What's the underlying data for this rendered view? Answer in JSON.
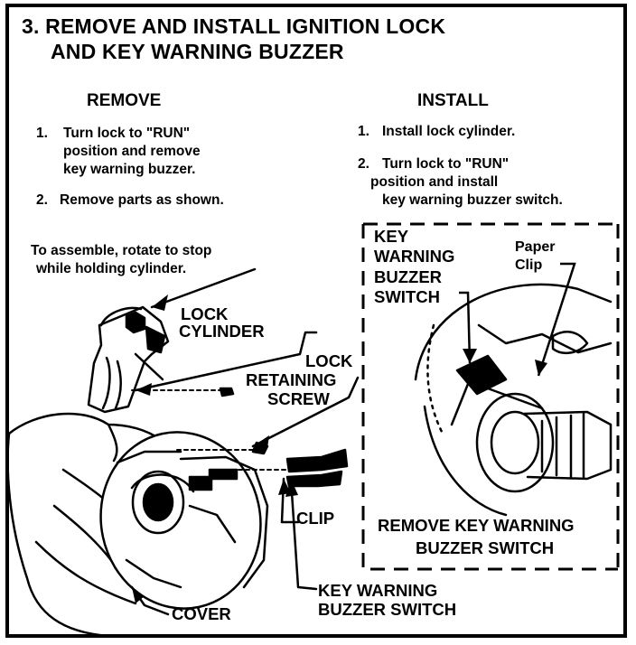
{
  "title": {
    "line1": "3. REMOVE AND INSTALL IGNITION LOCK",
    "line2": "AND KEY WARNING BUZZER"
  },
  "remove": {
    "heading": "REMOVE",
    "step1_num": "1.",
    "step1_lines": [
      "Turn lock to \"RUN\"",
      "position and remove",
      "key warning buzzer."
    ],
    "step2_num": "2.",
    "step2": "Remove parts as shown."
  },
  "install": {
    "heading": "INSTALL",
    "step1_num": "1.",
    "step1": "Install lock cylinder.",
    "step2_num": "2.",
    "step2_lines": [
      "Turn lock to \"RUN\"",
      "position and install",
      "key warning buzzer switch."
    ]
  },
  "assemble_note": {
    "line1": "To assemble, rotate to stop",
    "line2": "while holding cylinder."
  },
  "labels": {
    "lock_cylinder": [
      "LOCK",
      "CYLINDER"
    ],
    "lock_retaining_screw": [
      "LOCK",
      "RETAINING",
      "SCREW"
    ],
    "clip": "CLIP",
    "cover": "COVER",
    "key_warning_buzzer_switch_left": [
      "KEY WARNING",
      "BUZZER SWITCH"
    ],
    "key_warning_buzzer_switch_right": [
      "KEY",
      "WARNING",
      "BUZZER",
      "SWITCH"
    ],
    "paper_clip": [
      "Paper",
      "Clip"
    ],
    "remove_switch": [
      "REMOVE KEY WARNING",
      "BUZZER SWITCH"
    ]
  }
}
